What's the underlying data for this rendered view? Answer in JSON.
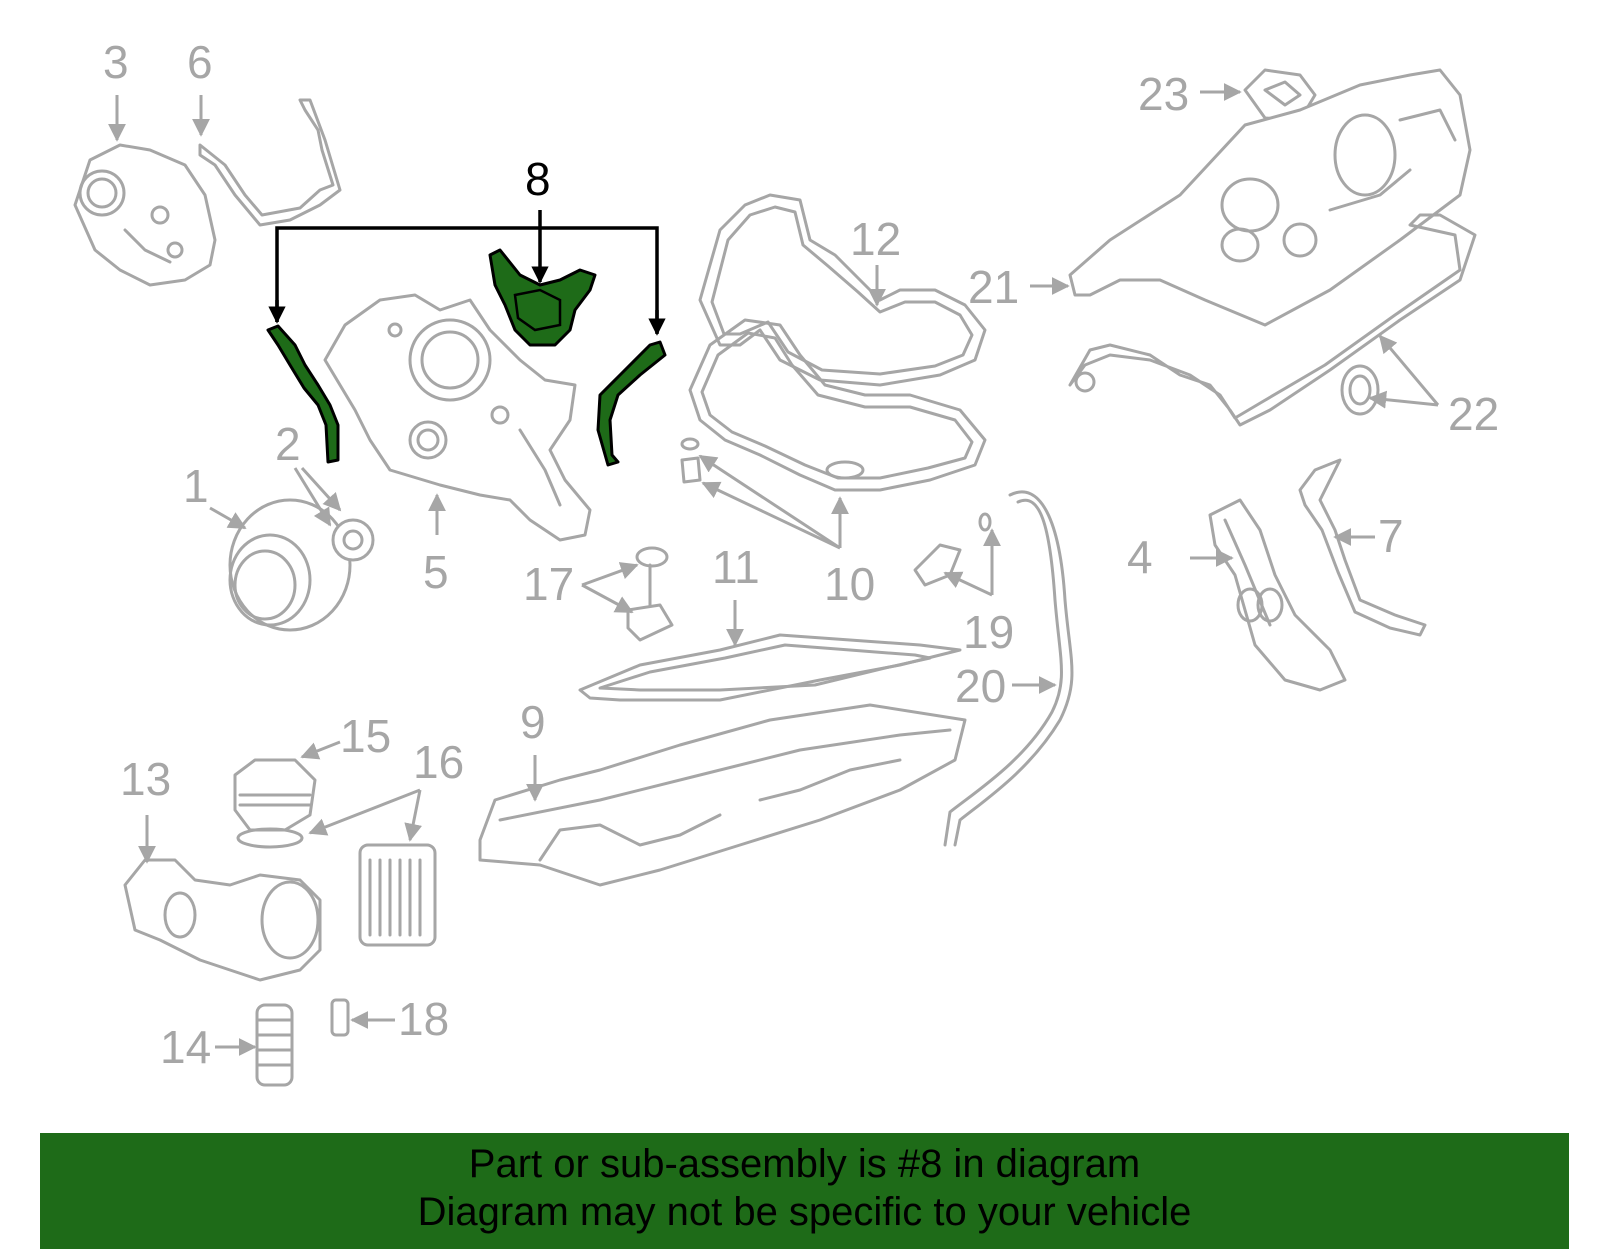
{
  "diagram": {
    "callouts": [
      "1",
      "2",
      "3",
      "4",
      "5",
      "6",
      "7",
      "8",
      "9",
      "10",
      "11",
      "12",
      "13",
      "14",
      "15",
      "16",
      "17",
      "18",
      "19",
      "20",
      "21",
      "22",
      "23"
    ],
    "highlighted": "8",
    "highlight_color": "#1e6b18",
    "part_color": "#a6a6a6"
  },
  "footer": {
    "line1": "Part or sub-assembly is #8 in diagram",
    "line2": "Diagram may not be specific to your vehicle",
    "background": "#1e6b18"
  }
}
